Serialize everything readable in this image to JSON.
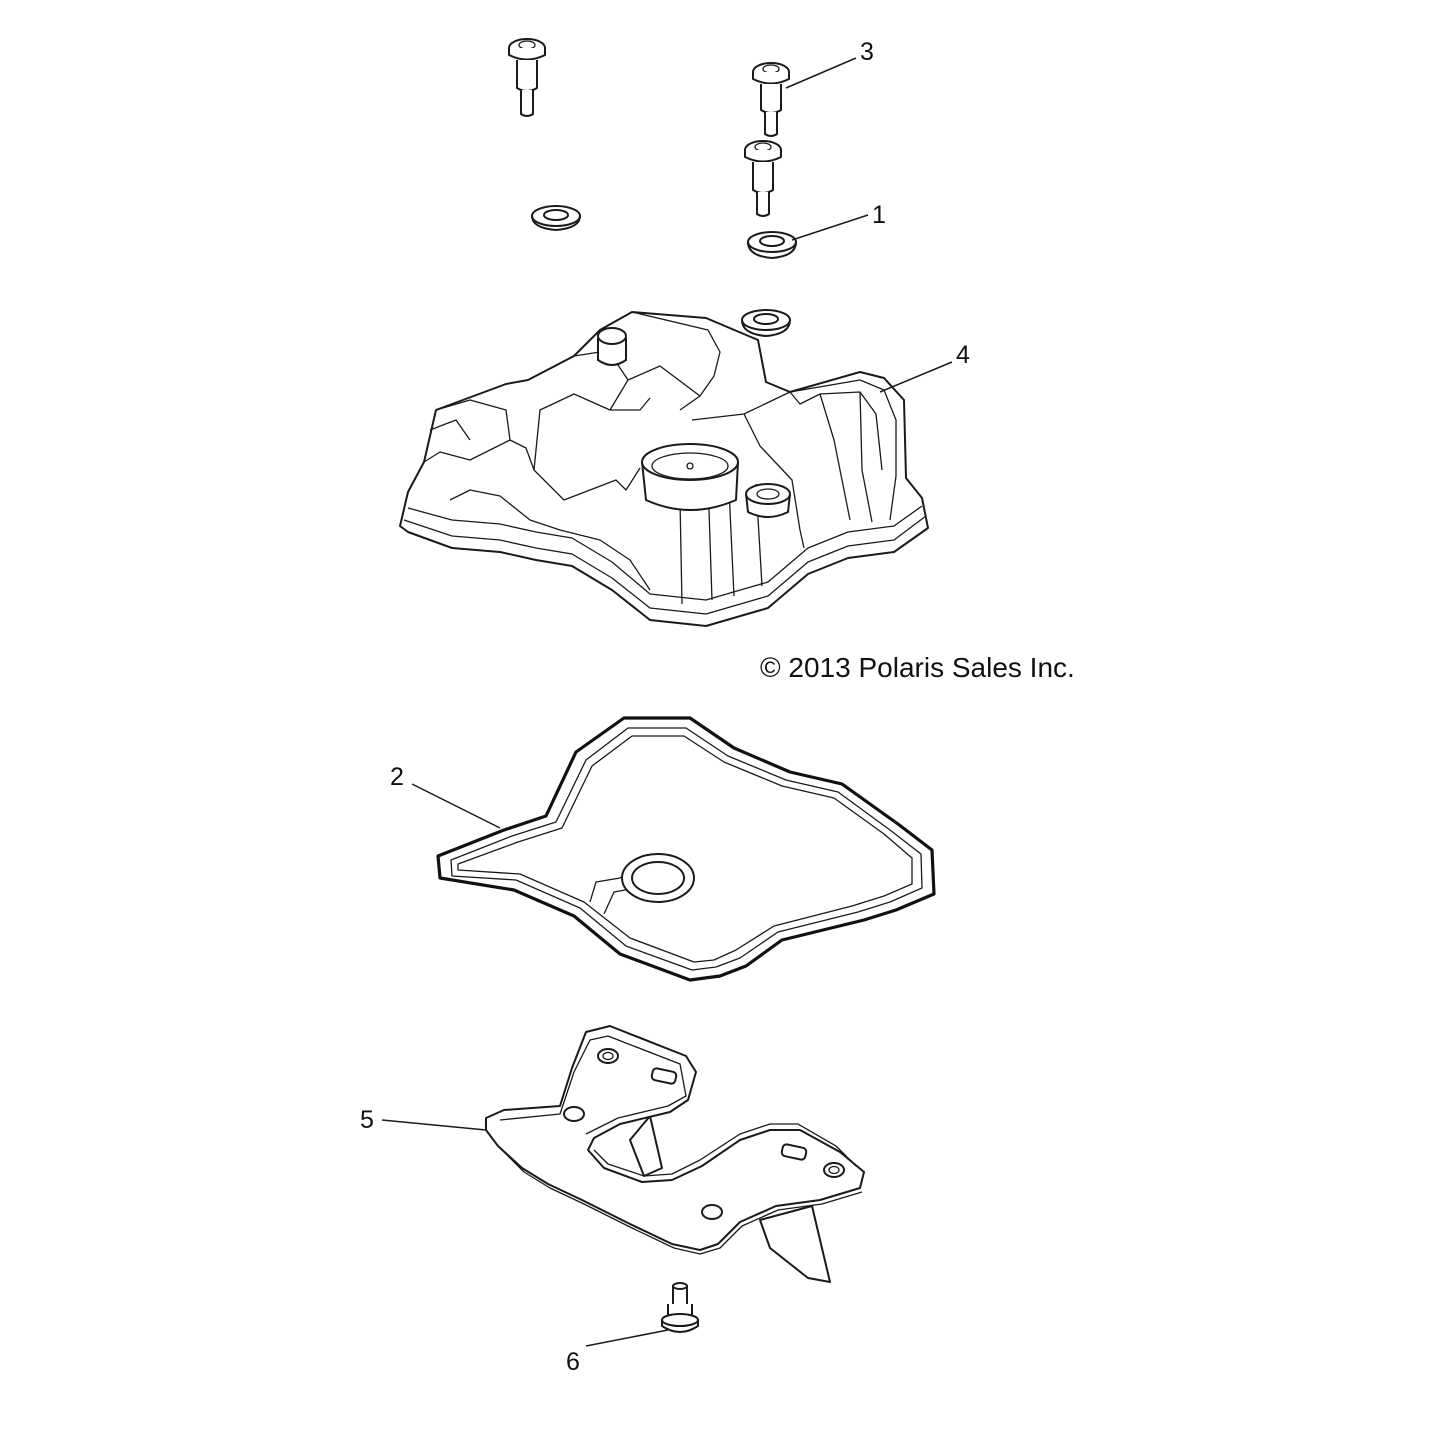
{
  "copyright": "© 2013 Polaris Sales Inc.",
  "callouts": [
    {
      "id": "1",
      "label": "1"
    },
    {
      "id": "2",
      "label": "2"
    },
    {
      "id": "3",
      "label": "3"
    },
    {
      "id": "4",
      "label": "4"
    },
    {
      "id": "5",
      "label": "5"
    },
    {
      "id": "6",
      "label": "6"
    }
  ],
  "parts": [
    {
      "callout": "1",
      "icon": "grommet-icon"
    },
    {
      "callout": "2",
      "icon": "gasket-icon"
    },
    {
      "callout": "3",
      "icon": "shoulder-bolt-icon"
    },
    {
      "callout": "4",
      "icon": "valve-cover-icon"
    },
    {
      "callout": "5",
      "icon": "baffle-plate-icon"
    },
    {
      "callout": "6",
      "icon": "flange-bolt-icon"
    }
  ],
  "colors": {
    "line": "#1a1a1a",
    "background": "#ffffff"
  }
}
